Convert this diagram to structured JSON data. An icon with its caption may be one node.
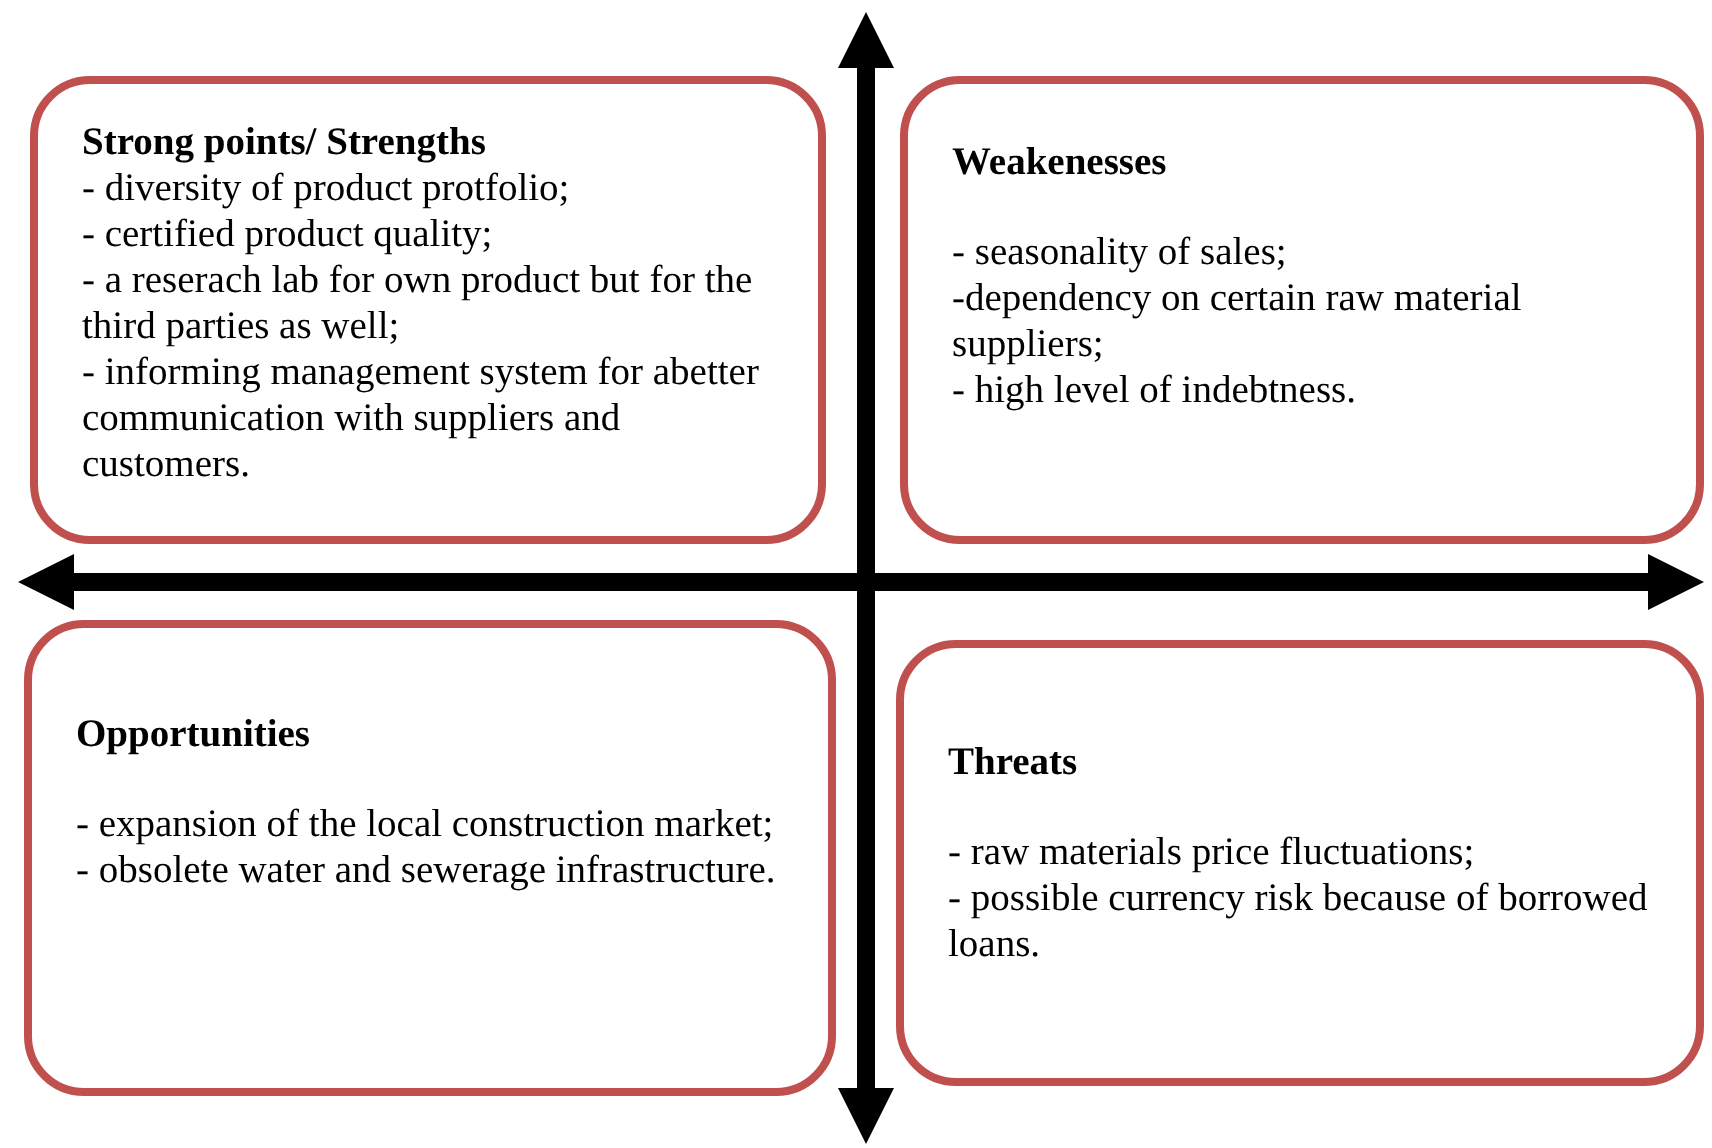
{
  "diagram": {
    "nodes": [
      {
        "text": [
          "Strong points/ Strengths",
          "- diversity of product protfolio;",
          "- certified product quality;",
          "- a reserach lab for own product but for the third parties as well;",
          "- informing management system for abetter communication with suppliers and customers."
        ]
      },
      {
        "text": [
          "Weakenesses",
          "- seasonality of sales;",
          "-dependency on certain raw material suppliers;",
          "- high level of indebtness."
        ]
      },
      {
        "text": [
          "Opportunities",
          "- expansion of the local construction market;",
          "- obsolete water and sewerage infrastructure."
        ]
      },
      {
        "text": [
          "Threats",
          "- raw materials price fluctuations;",
          "- possible currency risk because of borrowed loans."
        ]
      }
    ]
  }
}
